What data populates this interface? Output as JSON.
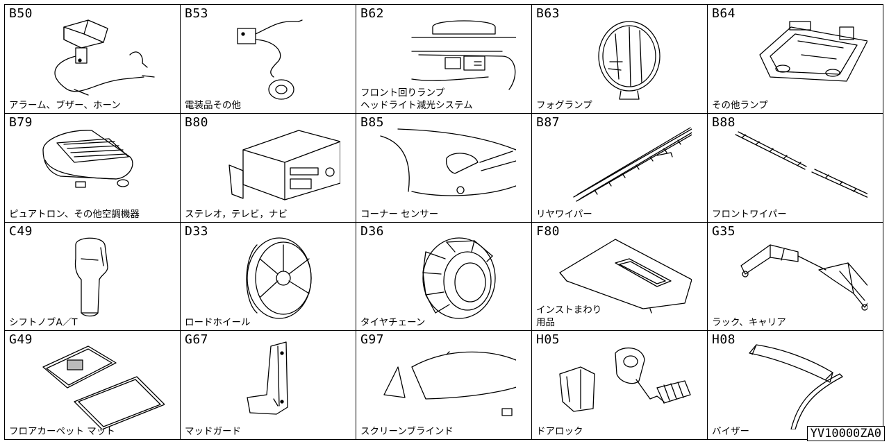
{
  "cells": [
    {
      "code": "B50",
      "label": "アラーム、ブザー、ホーン",
      "icon": "alarm-horn-icon"
    },
    {
      "code": "B53",
      "label": "電装品その他",
      "icon": "electrical-parts-icon"
    },
    {
      "code": "B62",
      "label": "フロント回りランプ\nヘッドライト減光システム",
      "icon": "front-lamp-icon"
    },
    {
      "code": "B63",
      "label": "フォグランプ",
      "icon": "fog-lamp-icon"
    },
    {
      "code": "B64",
      "label": "その他ランプ",
      "icon": "room-lamp-icon"
    },
    {
      "code": "B79",
      "label": "ピュアトロン、その他空調機器",
      "icon": "air-purifier-icon"
    },
    {
      "code": "B80",
      "label": "ステレオ，テレビ，ナビ",
      "icon": "stereo-icon"
    },
    {
      "code": "B85",
      "label": "コーナー センサー",
      "icon": "corner-sensor-icon"
    },
    {
      "code": "B87",
      "label": "リヤワイパー",
      "icon": "rear-wiper-icon"
    },
    {
      "code": "B88",
      "label": "フロントワイパー",
      "icon": "front-wiper-icon"
    },
    {
      "code": "C49",
      "label": "シフトノブA／T",
      "icon": "shift-knob-icon"
    },
    {
      "code": "D33",
      "label": "ロードホイール",
      "icon": "road-wheel-icon"
    },
    {
      "code": "D36",
      "label": "タイヤチェーン",
      "icon": "tire-chain-icon"
    },
    {
      "code": "F80",
      "label": "インストまわり\n用品",
      "icon": "instrument-panel-icon"
    },
    {
      "code": "G35",
      "label": "ラック、キャリア",
      "icon": "roof-rack-icon"
    },
    {
      "code": "G49",
      "label": "フロアカーペット マット",
      "icon": "floor-mat-icon"
    },
    {
      "code": "G67",
      "label": "マッドガード",
      "icon": "mud-guard-icon"
    },
    {
      "code": "G97",
      "label": "スクリーンブラインド",
      "icon": "screen-blind-icon"
    },
    {
      "code": "H05",
      "label": "ドアロック",
      "icon": "door-lock-icon"
    },
    {
      "code": "H08",
      "label": "バイザー",
      "icon": "visor-icon"
    }
  ],
  "footer_code": "YV10000ZA0"
}
